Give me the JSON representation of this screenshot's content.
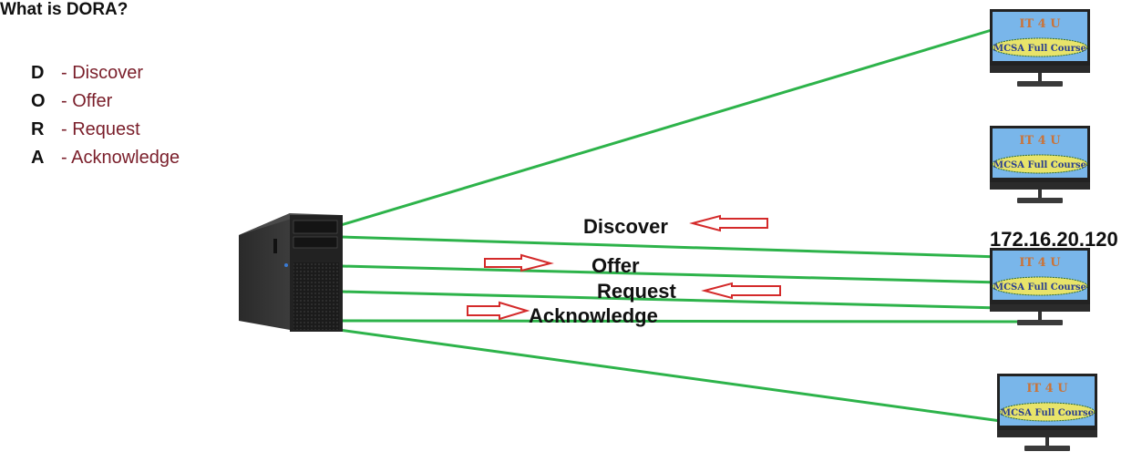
{
  "legend": {
    "title": "What is DORA?",
    "items": [
      {
        "letter": "D",
        "desc": "- Discover"
      },
      {
        "letter": "O",
        "desc": "- Offer"
      },
      {
        "letter": "R",
        "desc": "- Request"
      },
      {
        "letter": "A",
        "desc": "- Acknowledge"
      }
    ]
  },
  "diagram": {
    "server": {
      "name": "DHCP server tower"
    },
    "clients": [
      {
        "screen_title": "IT 4 U",
        "screen_banner": "MCSA Full Course"
      },
      {
        "screen_title": "IT 4 U",
        "screen_banner": "MCSA Full Course"
      },
      {
        "screen_title": "IT 4 U",
        "screen_banner": "MCSA Full Course",
        "ip": "172.16.20.120"
      },
      {
        "screen_title": "IT 4 U",
        "screen_banner": "MCSA Full Course"
      }
    ],
    "messages": [
      {
        "label": "Discover",
        "direction": "client-to-server"
      },
      {
        "label": "Offer",
        "direction": "server-to-client"
      },
      {
        "label": "Request",
        "direction": "client-to-server"
      },
      {
        "label": "Acknowledge",
        "direction": "server-to-client"
      }
    ],
    "colors": {
      "link": "#2db34a",
      "arrow": "#d42a2a",
      "screen": "#79b6ea",
      "screen_title": "#c9743a",
      "banner_fill": "#e8e46a",
      "banner_text": "#2a3f8f",
      "legend_desc": "#7a1e2a"
    }
  }
}
